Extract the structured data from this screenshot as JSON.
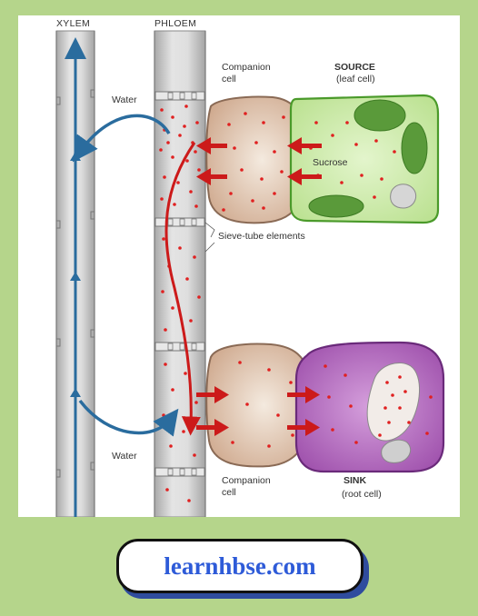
{
  "labels": {
    "xylem": "XYLEM",
    "phloem": "PHLOEM",
    "water_top": "Water",
    "water_bottom": "Water",
    "companion_top_line1": "Companion",
    "companion_top_line2": "cell",
    "source_line1": "SOURCE",
    "source_line2": "(leaf cell)",
    "sucrose": "Sucrose",
    "sieve_tube": "Sieve-tube elements",
    "companion_bottom_line1": "Companion",
    "companion_bottom_line2": "cell",
    "sink_line1": "SINK",
    "sink_line2": "(root cell)"
  },
  "colors": {
    "background": "#b5d58b",
    "tube_gray": "#c9c9c9",
    "water_arrow": "#2a6c9e",
    "sucrose_dot": "#e02020",
    "flow_arrow": "#cc1a1a",
    "companion_cell": "#dcc4b0",
    "source_cell": "#c8e8a8",
    "chloroplast": "#5a9a3a",
    "sink_cell": "#b56fc0",
    "link_blue": "#2e5bd8"
  },
  "footer": {
    "site": "learnhbse.com"
  }
}
